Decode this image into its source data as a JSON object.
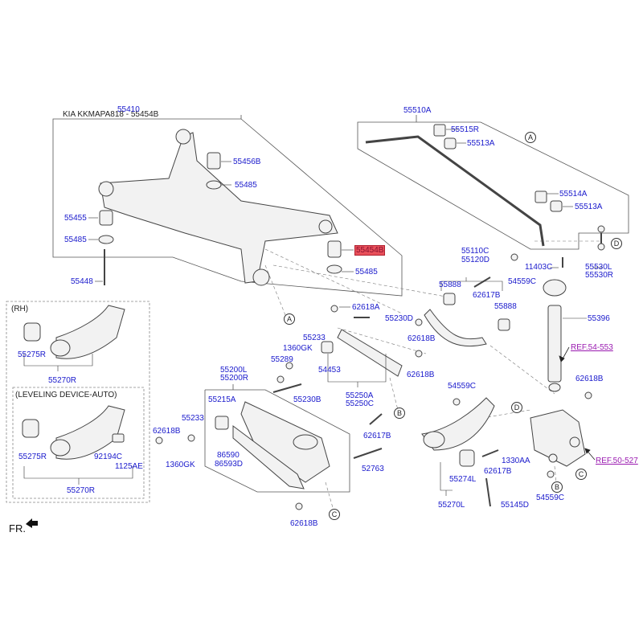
{
  "header": {
    "caption": "KIA KKMAPA818 - 55454B",
    "assembly_label": "55410"
  },
  "colors": {
    "label": "#1a1acc",
    "highlight_bg": "#e8505a",
    "reference_link": "#9a1ab0",
    "line": "#555555"
  },
  "subframe_group": {
    "labels": [
      "55456B",
      "55485",
      "55455",
      "55485",
      "55448",
      "55485",
      "62618A"
    ],
    "highlighted_part": "55454B"
  },
  "stabilizer_group": {
    "assembly": "55510A",
    "labels": [
      "55515R",
      "55513A",
      "55514A",
      "55513A",
      "11403C",
      "54559C",
      "55530L",
      "55530R"
    ]
  },
  "upper_arm_group": {
    "assembly": [
      "55110C",
      "55120D"
    ],
    "labels": [
      "55888",
      "62617B",
      "55888",
      "62618B",
      "55230D"
    ]
  },
  "trailing_link_group": {
    "assembly": [
      "55250A",
      "55250C"
    ],
    "labels": [
      "55233",
      "1360GK",
      "55289",
      "54453",
      "55230B",
      "62618B",
      "62617B",
      "52763"
    ]
  },
  "lower_arm_group": {
    "assembly": [
      "55200L",
      "55200R"
    ],
    "labels": [
      "55215A",
      "55233",
      "62618B",
      "1360GK",
      "86590",
      "86593D",
      "62618B"
    ]
  },
  "trailing_arm_left": {
    "assembly": "55270L",
    "labels": [
      "54559C",
      "55274L",
      "55145D",
      "62617B",
      "1330AA",
      "54559C",
      "62618B"
    ]
  },
  "shock": {
    "labels": [
      "55396"
    ],
    "ref_shock": "REF.54-553",
    "ref_knuckle": "REF.50-527"
  },
  "rh_inset": {
    "title": "(RH)",
    "labels": [
      "55275R"
    ],
    "assembly": "55270R",
    "sub_title": "(LEVELING DEVICE-AUTO)",
    "sub_labels": [
      "55275R",
      "92194C",
      "1125AE"
    ],
    "sub_assembly": "55270R"
  },
  "callouts": [
    "A",
    "A",
    "B",
    "B",
    "C",
    "C",
    "D",
    "D"
  ],
  "footer": {
    "front_marker": "FR."
  }
}
